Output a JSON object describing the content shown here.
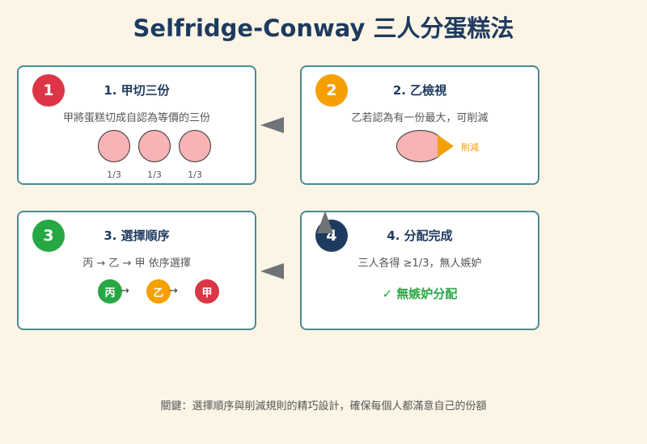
{
  "title": "Selfridge-Conway 三人分蛋糕法",
  "colors": {
    "red": "#dc3545",
    "orange": "#f5a000",
    "green": "#28a745",
    "navy": "#1e3a5f",
    "cake": "#f7b3b5"
  },
  "steps": [
    {
      "number": "1",
      "title": "1. 甲切三份",
      "desc": "甲將蛋糕切成自認為等價的三份",
      "pieces": [
        "1/3",
        "1/3",
        "1/3"
      ]
    },
    {
      "number": "2",
      "title": "2. 乙檢視",
      "desc": "乙若認為有一份最大，可削減",
      "trim_label": "削減"
    },
    {
      "number": "3",
      "title": "3. 選擇順序",
      "desc": "丙 → 乙 → 甲 依序選擇",
      "order": [
        "丙",
        "乙",
        "甲"
      ],
      "arrow": "→"
    },
    {
      "number": "4",
      "title": "4. 分配完成",
      "desc": "三人各得 ≥1/3，無人嫉妒",
      "result": "✓ 無嫉妒分配"
    }
  ],
  "footer": "關鍵：選擇順序與削減規則的精巧設計，確保每個人都滿意自己的份額"
}
